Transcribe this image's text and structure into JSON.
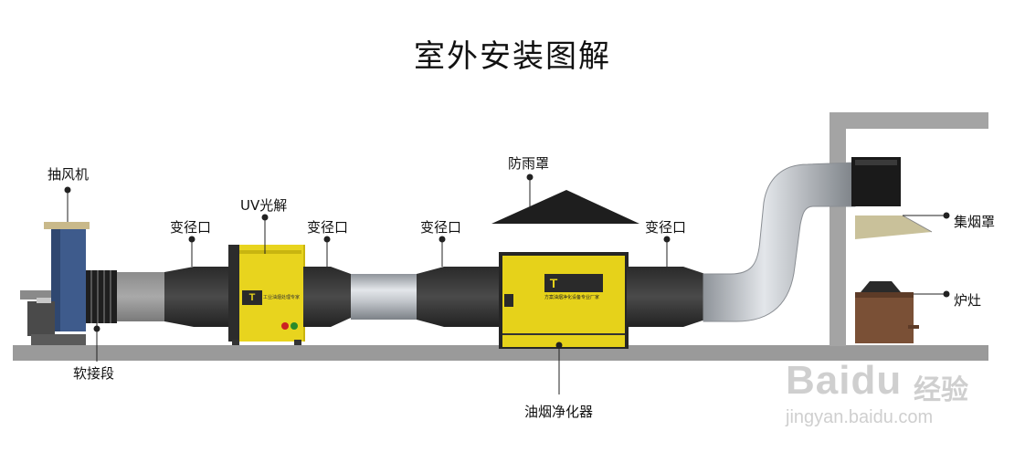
{
  "title": "室外安装图解",
  "labels": {
    "fan": "抽风机",
    "soft_joint": "软接段",
    "reducer_1": "变径口",
    "uv": "UV光解",
    "reducer_2": "变径口",
    "reducer_3": "变径口",
    "rain_cover": "防雨罩",
    "reducer_4": "变径口",
    "purifier": "油烟净化器",
    "hood": "集烟罩",
    "stove": "炉灶"
  },
  "device_text": {
    "uv_badge": "T",
    "uv_small": "工业油烟处理专家",
    "purifier_badge": "T",
    "purifier_small": "方案油烟净化设备专业厂家"
  },
  "watermark": {
    "logo": "Baidu",
    "cn": "经验",
    "url": "jingyan.baidu.com"
  },
  "colors": {
    "yellow": "#e6d21a",
    "dark_duct": "#3a3a3a",
    "steel": "#b8bcc2",
    "floor": "#9a9a9a",
    "blue_fan": "#3e5b8c",
    "stove_brown": "#7a5036"
  }
}
